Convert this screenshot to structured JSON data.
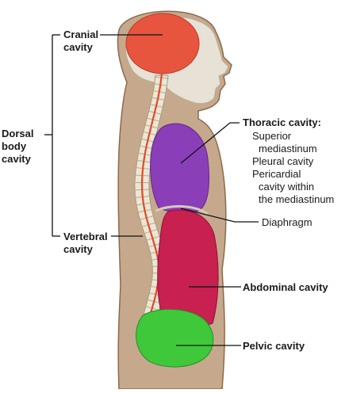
{
  "labels": {
    "cranial": [
      "Cranial",
      "cavity"
    ],
    "dorsal": [
      "Dorsal",
      "body",
      "cavity"
    ],
    "vertebral": [
      "Vertebral",
      "cavity"
    ],
    "thoracic_title": "Thoracic cavity:",
    "thoracic_items": [
      "Superior",
      "mediastinum",
      "Pleural cavity",
      "Pericardial",
      "cavity within",
      "the mediastinum"
    ],
    "diaphragm": "Diaphragm",
    "abdominal": "Abdominal cavity",
    "pelvic": "Pelvic cavity"
  },
  "colors": {
    "body": "#c6a98d",
    "body_outline": "#8b6a4e",
    "skull": "#e8e2d6",
    "cranial": "#e8553f",
    "thoracic": "#8a3fb8",
    "abdominal": "#c8204f",
    "pelvic": "#3fc83a",
    "spine": "#ece6d6",
    "spinal_canal": "#e04a2a"
  }
}
